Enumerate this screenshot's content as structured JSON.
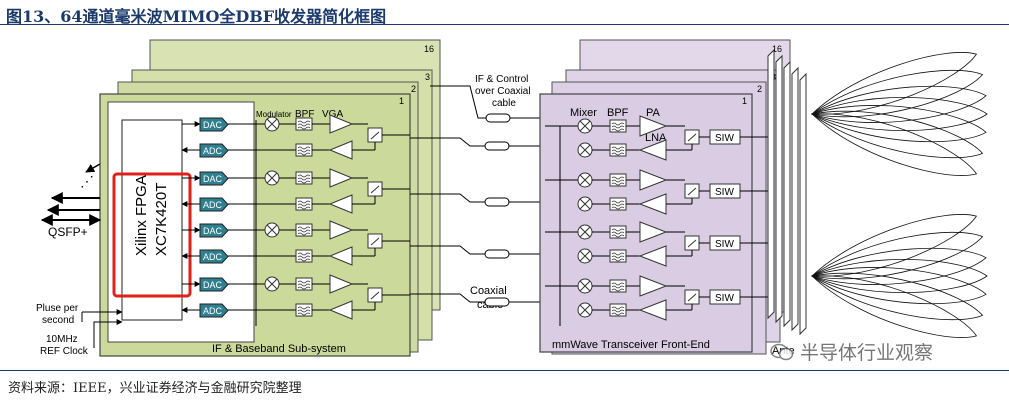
{
  "figure": {
    "title": "图13、64通道毫米波MIMO全DBF收发器简化框图",
    "source": "资料来源：IEEE，兴业证券经济与金融研究院整理",
    "watermark": "半导体行业观察"
  },
  "diagram": {
    "if_board": {
      "layer_numbers": [
        "16",
        "3",
        "2",
        "1"
      ],
      "fpga_line1": "Xilinx FPGA",
      "fpga_line2": "XC7K420T",
      "dac": "DAC",
      "adc": "ADC",
      "modulator": "Modulator",
      "bpf": "BPF",
      "vga": "VGA",
      "caption": "IF & Baseband Sub-system",
      "qsfp": "QSFP+",
      "pulse_line1": "Pluse per",
      "pulse_line2": "second",
      "ref_line1": "10MHz",
      "ref_line2": "REF Clock"
    },
    "cables": {
      "top_line1": "IF & Control",
      "top_line2": "over Coaxial",
      "top_line3": "cable",
      "bottom_line1": "Coaxial",
      "bottom_line2": "cable"
    },
    "rf_board": {
      "layer_numbers": [
        "16",
        "3",
        "2",
        "1"
      ],
      "mixer": "Mixer",
      "bpf": "BPF",
      "pa": "PA",
      "lna": "LNA",
      "siw": "SIW",
      "caption": "mmWave Transceiver Front-End",
      "antenna_partial": "Ante"
    },
    "colors": {
      "if_board": "#cbd99a",
      "rf_board": "#d9cce3",
      "dac_adc": "#2e7f8f",
      "fpga_highlight": "#e0201b",
      "title_blue": "#1b3a6b"
    }
  }
}
